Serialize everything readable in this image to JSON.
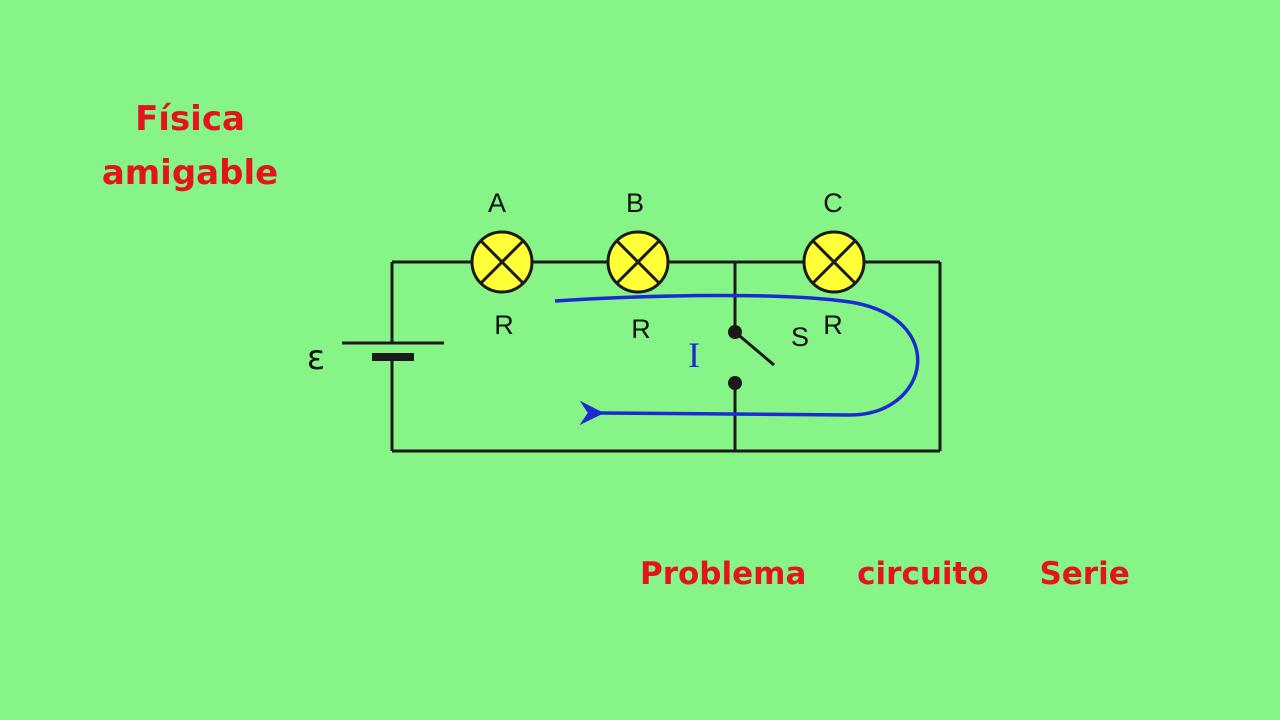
{
  "brand": {
    "line1": "Física",
    "line2": "amigable"
  },
  "caption": {
    "word1": "Problema",
    "word2": "circuito",
    "word3": "Serie"
  },
  "circuit": {
    "emf_label": "ε",
    "lamps": [
      {
        "name": "A",
        "resistance": "R"
      },
      {
        "name": "B",
        "resistance": "R"
      },
      {
        "name": "C",
        "resistance": "R"
      }
    ],
    "switch_label": "S",
    "current_label": "I"
  },
  "colors": {
    "background": "#86f487",
    "text_red": "#e3141b",
    "current_blue": "#1c2bd0",
    "lamp_yellow": "#ffff37"
  }
}
